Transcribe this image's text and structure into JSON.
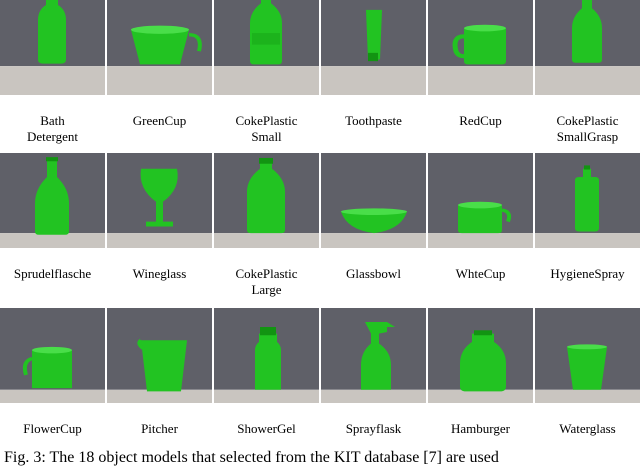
{
  "figure": {
    "rows": [
      {
        "cells": [
          {
            "icon": "bath-detergent-bottle-icon",
            "name": [
              "Bath",
              "Detergent"
            ]
          },
          {
            "icon": "green-cup-icon",
            "name": [
              "GreenCup"
            ]
          },
          {
            "icon": "coke-plastic-small-bottle-icon",
            "name": [
              "CokePlastic",
              "Small"
            ]
          },
          {
            "icon": "toothpaste-tube-icon",
            "name": [
              "Toothpaste"
            ]
          },
          {
            "icon": "red-cup-mug-icon",
            "name": [
              "RedCup"
            ]
          },
          {
            "icon": "coke-plastic-small-grasp-bottle-icon",
            "name": [
              "CokePlastic",
              "SmallGrasp"
            ]
          }
        ]
      },
      {
        "cells": [
          {
            "icon": "sprudelflasche-bottle-icon",
            "name": [
              "Sprudelflasche"
            ]
          },
          {
            "icon": "wineglass-icon",
            "name": [
              "Wineglass"
            ]
          },
          {
            "icon": "coke-plastic-large-bottle-icon",
            "name": [
              "CokePlastic",
              "Large"
            ]
          },
          {
            "icon": "glassbowl-icon",
            "name": [
              "Glassbowl"
            ]
          },
          {
            "icon": "white-cup-icon",
            "name": [
              "WhteCup"
            ]
          },
          {
            "icon": "hygiene-spray-icon",
            "name": [
              "HygieneSpray"
            ]
          }
        ]
      },
      {
        "cells": [
          {
            "icon": "flower-cup-icon",
            "name": [
              "FlowerCup"
            ]
          },
          {
            "icon": "pitcher-icon",
            "name": [
              "Pitcher"
            ]
          },
          {
            "icon": "shower-gel-bottle-icon",
            "name": [
              "ShowerGel"
            ]
          },
          {
            "icon": "sprayflask-icon",
            "name": [
              "Sprayflask"
            ]
          },
          {
            "icon": "hamburger-container-icon",
            "name": [
              "Hamburger"
            ]
          },
          {
            "icon": "waterglass-icon",
            "name": [
              "Waterglass"
            ]
          }
        ]
      }
    ],
    "caption": "Fig. 3: The 18 object models that selected from the KIT database [7] are used",
    "colors": {
      "object": "#22c322",
      "wall": "#5f6068",
      "floor": "#c9c5c0"
    }
  }
}
